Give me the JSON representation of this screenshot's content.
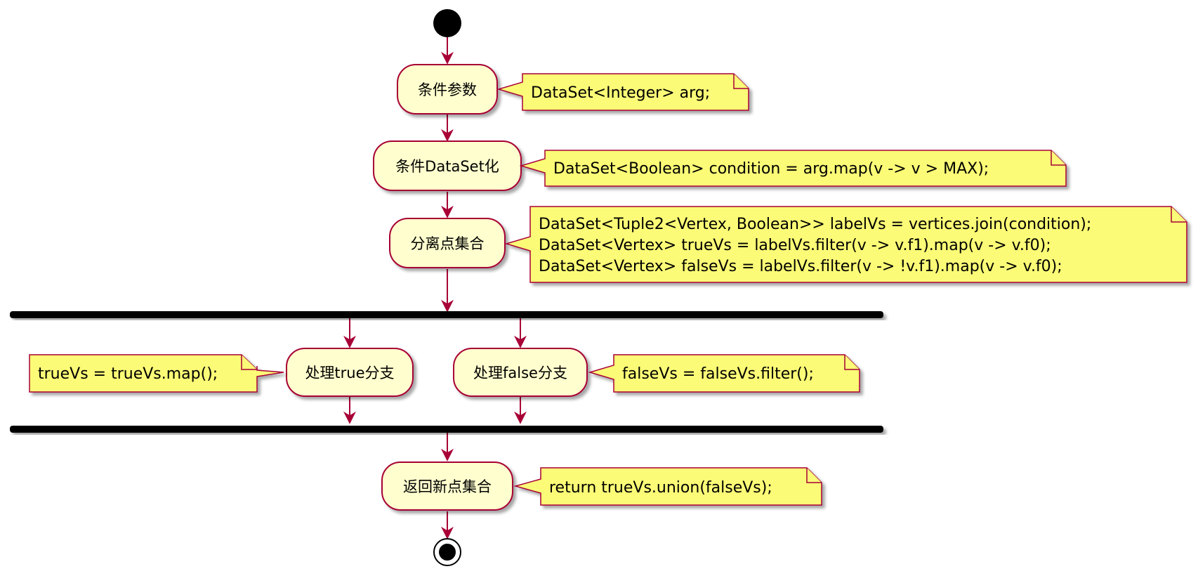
{
  "activities": {
    "condition_param": "条件参数",
    "condition_dataset": "条件DataSet化",
    "separate_vertices": "分离点集合",
    "handle_true": "处理true分支",
    "handle_false": "处理false分支",
    "return_vertices": "返回新点集合"
  },
  "notes": {
    "arg": "DataSet<Integer> arg;",
    "condition": "DataSet<Boolean> condition = arg.map(v -> v > MAX);",
    "separate": [
      "DataSet<Tuple2<Vertex, Boolean>> labelVs = vertices.join(condition);",
      "DataSet<Vertex> trueVs = labelVs.filter(v -> v.f1).map(v -> v.f0);",
      "DataSet<Vertex> falseVs = labelVs.filter(v -> !v.f1).map(v -> v.f0);"
    ],
    "true_branch": "trueVs = trueVs.map();",
    "false_branch": "falseVs = falseVs.filter();",
    "return": "return trueVs.union(falseVs);"
  },
  "colors": {
    "activity_fill": "#FEFECE",
    "activity_border": "#A80036",
    "note_fill": "#FBFB77",
    "arrow": "#A80036",
    "bar": "#000000"
  }
}
